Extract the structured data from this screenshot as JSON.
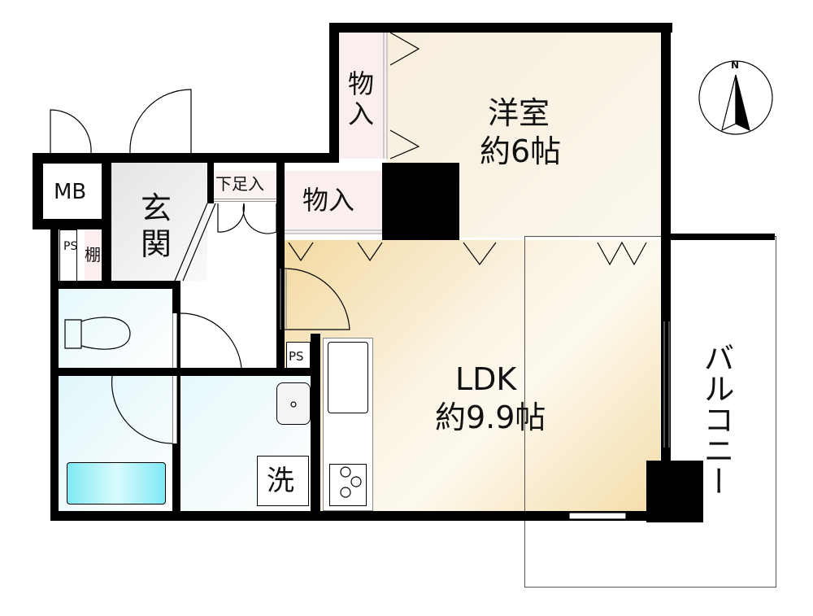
{
  "compass": {
    "north_label": "N"
  },
  "rooms": {
    "western_room": {
      "name": "洋室",
      "size": "約6帖"
    },
    "ldk": {
      "name": "LDK",
      "size": "約9.9帖"
    },
    "closet_top": {
      "name": "物入"
    },
    "closet_mid": {
      "name": "物入"
    },
    "shoe_closet": {
      "name": "下足入"
    },
    "entrance": {
      "name": "玄関"
    },
    "meter_box": {
      "name": "MB"
    },
    "pipe_space_1": {
      "name": "PS"
    },
    "shelf": {
      "name": "棚"
    },
    "pipe_space_2": {
      "name": "PS"
    },
    "washer": {
      "name": "洗"
    },
    "balcony": {
      "name": "バルコニー"
    }
  },
  "colors": {
    "wall": "#000000",
    "ldk": "#f7e4b8",
    "western": "#f8f2e2",
    "closet": "#fbeeee",
    "wet": "#e6f8fb",
    "entrance": "#ececec"
  }
}
